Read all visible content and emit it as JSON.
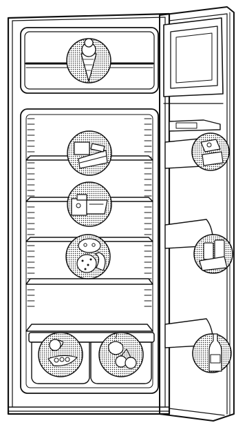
{
  "diagram": {
    "kind": "open-refrigerator-storage-guide",
    "text_labels": [],
    "palette": {
      "line": "#111111",
      "fill": "#ffffff",
      "halftone": "#8a8a8a"
    },
    "zones": [
      {
        "id": "freezer",
        "icon": "ice-cream-cone-icon"
      },
      {
        "id": "top-shelf",
        "icon": "cake-and-cheese-icon"
      },
      {
        "id": "middle-shelf",
        "icon": "packaged-meat-icon"
      },
      {
        "id": "lower-shelf",
        "icon": "fish-and-sausage-icon"
      },
      {
        "id": "left-crisper",
        "icon": "vegetables-icon"
      },
      {
        "id": "right-crisper",
        "icon": "fruit-icon"
      },
      {
        "id": "door-upper-shelf",
        "icon": "butter-and-cheese-icon"
      },
      {
        "id": "door-middle-shelf",
        "icon": "jars-and-eggs-icon"
      },
      {
        "id": "door-bottom-shelf",
        "icon": "bottle-icon"
      }
    ]
  }
}
